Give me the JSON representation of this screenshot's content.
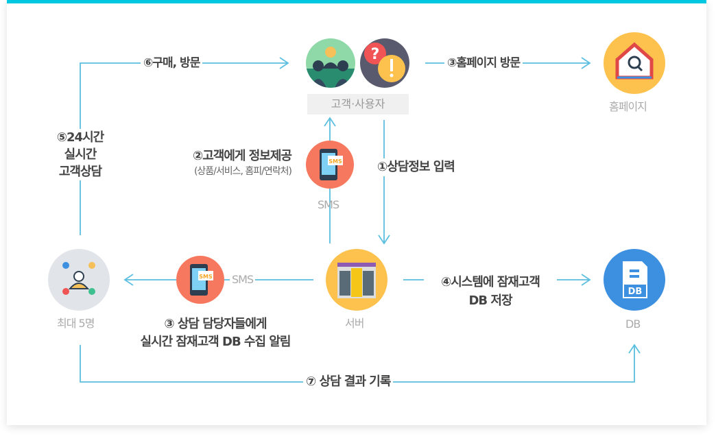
{
  "nodes": {
    "customer": "고객·사용자",
    "homepage": "홈페이지",
    "sms_top": "SMS",
    "server": "서버",
    "db": "DB",
    "agents": "최대 5명",
    "sms_icon_text": "SMS",
    "db_icon_text": "DB"
  },
  "edges": {
    "e1": "①상담정보 입력",
    "e2_title": "②고객에게 정보제공",
    "e2_sub": "(상품/서비스, 홈피/연락처)",
    "e3_home": "③홈페이지 방문",
    "e3_line1": "③ 상담 담당자들에게",
    "e3_line2": "실시간 잠재고객 DB 수집 알림",
    "e3_sms": "SMS",
    "e4_line1": "④시스템에 잠재고객",
    "e4_line2": "DB 저장",
    "e5_line1": "⑤24시간",
    "e5_line2": "실시간",
    "e5_line3": "고객상담",
    "e6": "⑥구매, 방문",
    "e7": "⑦ 상담 결과 기록"
  },
  "colors": {
    "line": "#5bbfdf",
    "accent": "#00c8e0"
  }
}
